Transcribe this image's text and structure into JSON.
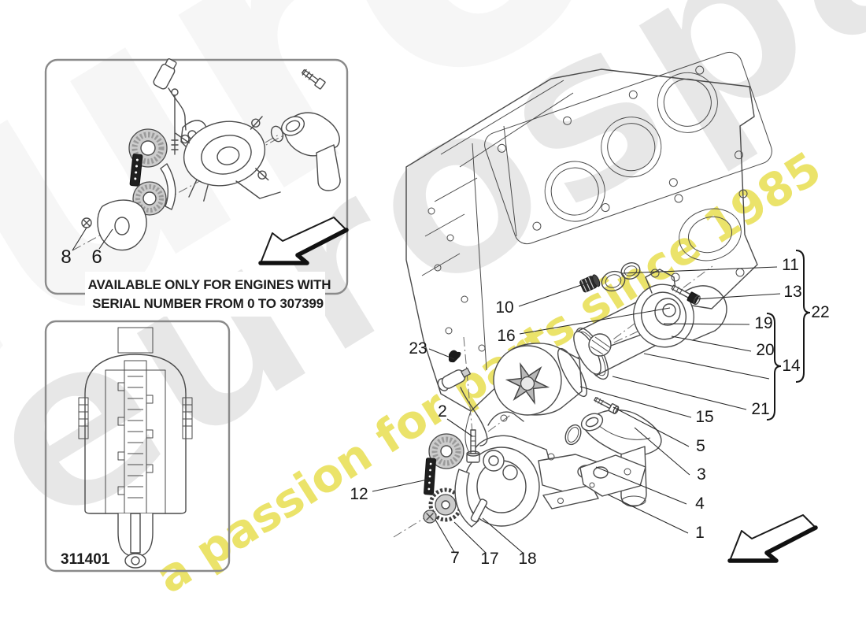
{
  "watermark": {
    "brand": "eurospares",
    "slogan": "a passion for parts since 1985",
    "brand_color": "#e7e7e7",
    "slogan_color": "#ebe36a"
  },
  "note": {
    "line1": "AVAILABLE ONLY FOR ENGINES WITH",
    "line2": "SERIAL NUMBER FROM 0 TO 307399"
  },
  "inset_filter": {
    "part_number": "311401"
  },
  "callouts": {
    "c1": "1",
    "c2": "2",
    "c3": "3",
    "c4": "4",
    "c5": "5",
    "c6": "6",
    "c7": "7",
    "c8": "8",
    "c10": "10",
    "c11": "11",
    "c12": "12",
    "c13": "13",
    "c14": "14",
    "c15": "15",
    "c16": "16",
    "c17": "17",
    "c18": "18",
    "c19": "19",
    "c20": "20",
    "c21": "21",
    "c22": "22",
    "c23": "23"
  },
  "colors": {
    "line_art": "#4a4a4a",
    "box_border": "#8a8a8a",
    "callout_text": "#161616"
  }
}
